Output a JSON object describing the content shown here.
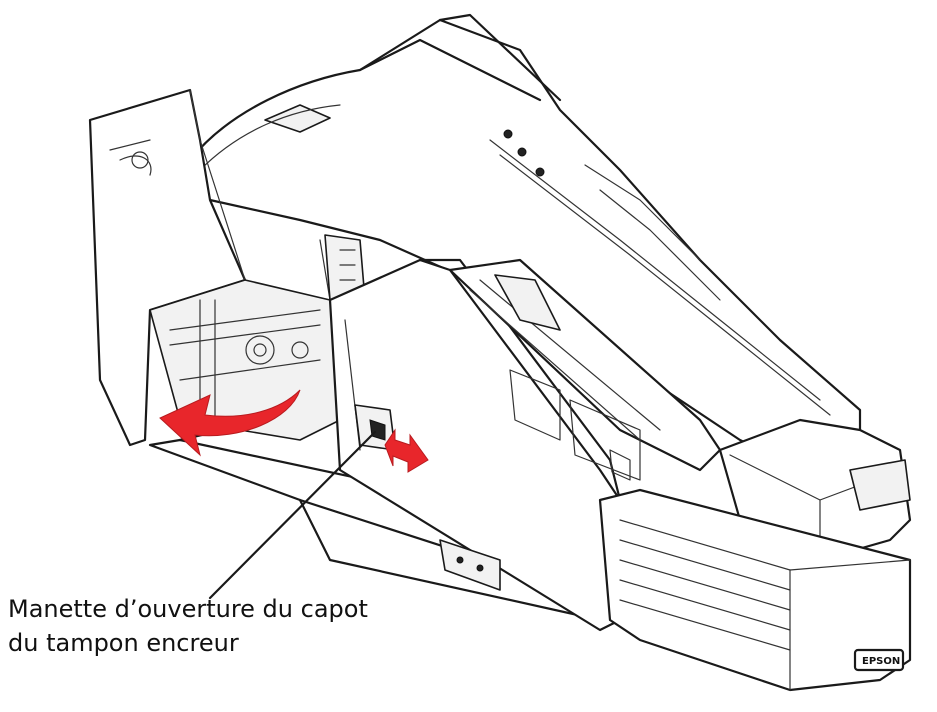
{
  "callout": {
    "line1": "Manette d’ouverture du capot",
    "line2": "du tampon encreur"
  },
  "device": {
    "brand_logo": "EPSON"
  },
  "colors": {
    "arrow": "#e8262b",
    "line": "#1a1a1a",
    "background": "#ffffff"
  },
  "icons": {
    "open-arrow": "curved-arrow-left",
    "slide-arrow": "double-arrow-horizontal"
  }
}
